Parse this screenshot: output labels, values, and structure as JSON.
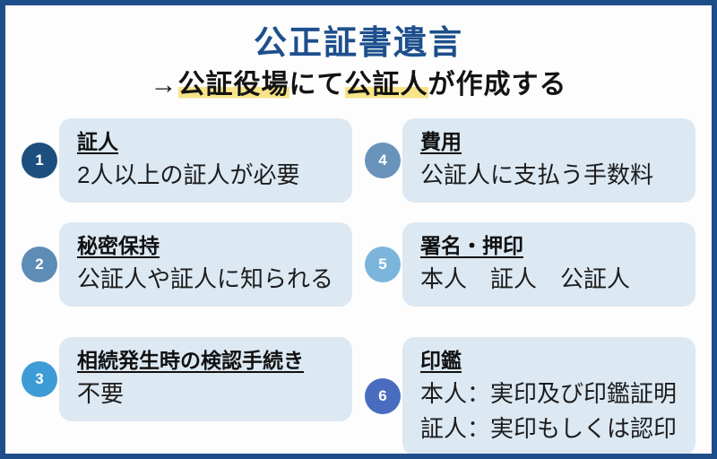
{
  "header": {
    "title": "公正証書遺言",
    "subtitle_segments": [
      {
        "text": "→",
        "highlight": false
      },
      {
        "text": "公証役場",
        "highlight": true
      },
      {
        "text": "にて",
        "highlight": false
      },
      {
        "text": "公証人",
        "highlight": true
      },
      {
        "text": "が作成する",
        "highlight": false
      }
    ]
  },
  "colors": {
    "frame_border": "#1d4e8a",
    "title_text": "#1d4f8c",
    "card_background": "#dce8f2",
    "highlight_yellow": "#f7e488"
  },
  "items": [
    {
      "number": "1",
      "badge_color": "#1d4f7e",
      "heading": "証人",
      "line1": "2人以上の証人が必要",
      "line2": ""
    },
    {
      "number": "2",
      "badge_color": "#5d8cb6",
      "heading": "秘密保持",
      "line1": "公証人や証人に知られる",
      "line2": ""
    },
    {
      "number": "3",
      "badge_color": "#3d9bd5",
      "heading": "相続発生時の検認手続き",
      "line1": "不要",
      "line2": ""
    },
    {
      "number": "4",
      "badge_color": "#6a93bb",
      "heading": "費用",
      "line1": "公証人に支払う手数料",
      "line2": ""
    },
    {
      "number": "5",
      "badge_color": "#7cb5dc",
      "heading": "署名・押印",
      "line1": "本人　証人　公証人",
      "line2": ""
    },
    {
      "number": "6",
      "badge_color": "#4a6cbe",
      "heading": "印鑑",
      "line1": "本人：実印及び印鑑証明",
      "line2": "証人：実印もしくは認印"
    }
  ]
}
